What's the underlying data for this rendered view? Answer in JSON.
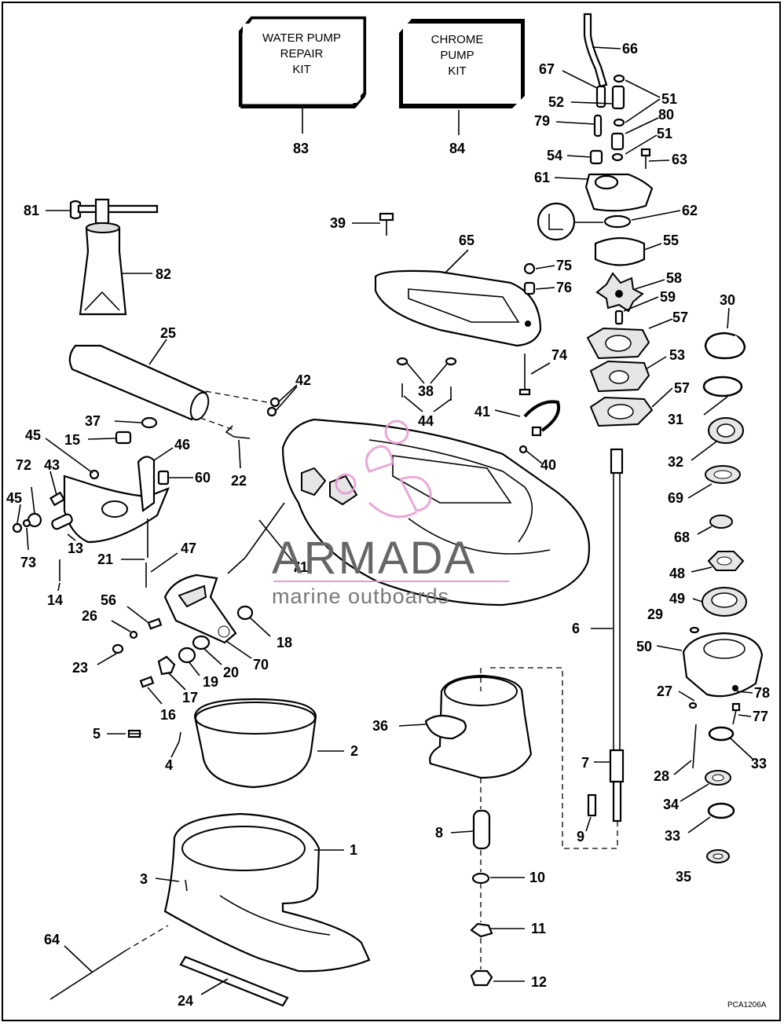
{
  "diagram": {
    "kits": [
      {
        "id": "kit-water-pump",
        "lines": [
          "WATER PUMP",
          "REPAIR",
          "KIT"
        ],
        "number": "83"
      },
      {
        "id": "kit-chrome-pump",
        "lines": [
          "CHROME",
          "PUMP",
          "KIT"
        ],
        "number": "84"
      }
    ],
    "callouts": [
      "1",
      "2",
      "3",
      "4",
      "5",
      "6",
      "7",
      "8",
      "9",
      "10",
      "11",
      "12",
      "13",
      "14",
      "15",
      "16",
      "17",
      "18",
      "19",
      "20",
      "21",
      "22",
      "23",
      "24",
      "25",
      "26",
      "27",
      "28",
      "29",
      "30",
      "31",
      "32",
      "33",
      "33",
      "34",
      "35",
      "36",
      "37",
      "38",
      "39",
      "40",
      "41",
      "42",
      "43",
      "44",
      "45",
      "45",
      "46",
      "47",
      "48",
      "49",
      "50",
      "51",
      "51",
      "52",
      "53",
      "54",
      "55",
      "56",
      "57",
      "57",
      "58",
      "59",
      "60",
      "61",
      "62",
      "63",
      "64",
      "65",
      "66",
      "67",
      "68",
      "69",
      "70",
      "71",
      "72",
      "73",
      "74",
      "75",
      "76",
      "77",
      "78",
      "79",
      "80",
      "81",
      "82"
    ],
    "drawing_code": "PCA1206A"
  },
  "watermark": {
    "brand": "ARMADA",
    "tagline": "marine outboards",
    "logo_color": "#e79ad0"
  }
}
